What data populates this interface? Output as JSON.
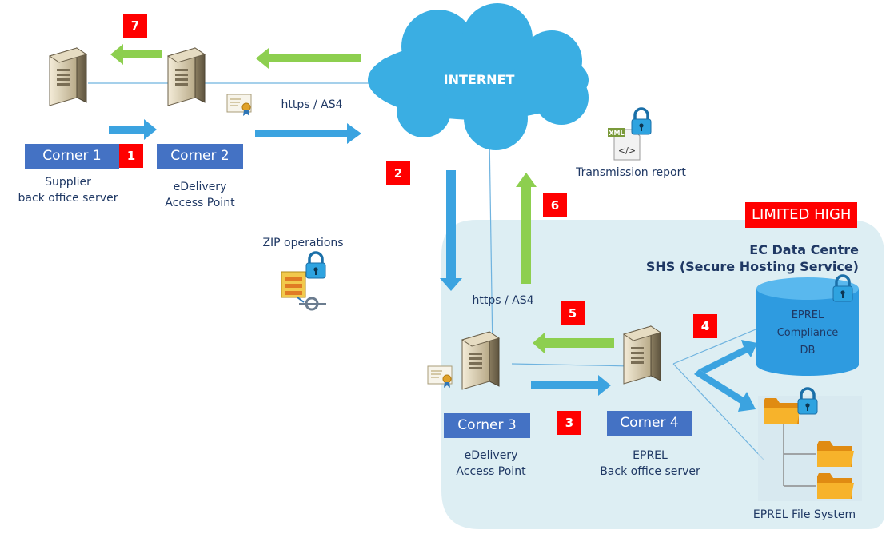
{
  "cloud": {
    "label": "INTERNET"
  },
  "corners": {
    "c1": {
      "label": "Corner 1",
      "caption": [
        "Supplier",
        "back office server"
      ]
    },
    "c2": {
      "label": "Corner 2",
      "caption": [
        "eDelivery",
        "Access Point"
      ]
    },
    "c3": {
      "label": "Corner 3",
      "caption": [
        "eDelivery",
        "Access Point"
      ]
    },
    "c4": {
      "label": "Corner 4",
      "caption": [
        "EPREL",
        "Back office server"
      ]
    }
  },
  "steps": [
    "1",
    "2",
    "3",
    "4",
    "5",
    "6",
    "7"
  ],
  "labels": {
    "https_top": "https / AS4",
    "https_bottom": "https / AS4",
    "transmission_report": "Transmission report",
    "zip_operations": "ZIP operations",
    "xml_tag": "XML",
    "xml_glyph": "</>"
  },
  "zone": {
    "classification": "LIMITED HIGH",
    "title": "EC Data Centre",
    "subtitle": "SHS (Secure Hosting Service)"
  },
  "db": {
    "lines": [
      "EPREL",
      "Compliance",
      "DB"
    ]
  },
  "filesystem": {
    "label": "EPREL File System"
  },
  "colors": {
    "zone_fill": "#ddeef3",
    "cloud": "#3aaee3",
    "blue_arrow": "#3ba3e0",
    "green_arrow": "#8dcf4f",
    "corner_box": "#4472c4",
    "badge": "#ff0000",
    "text": "#1f3864",
    "db": "#2e9be0",
    "folder": "#f5a623"
  },
  "icons": [
    "server-icon",
    "certificate-icon",
    "lock-icon",
    "xml-file-icon",
    "zip-archive-icon",
    "database-icon",
    "folder-icon",
    "cloud-icon"
  ]
}
